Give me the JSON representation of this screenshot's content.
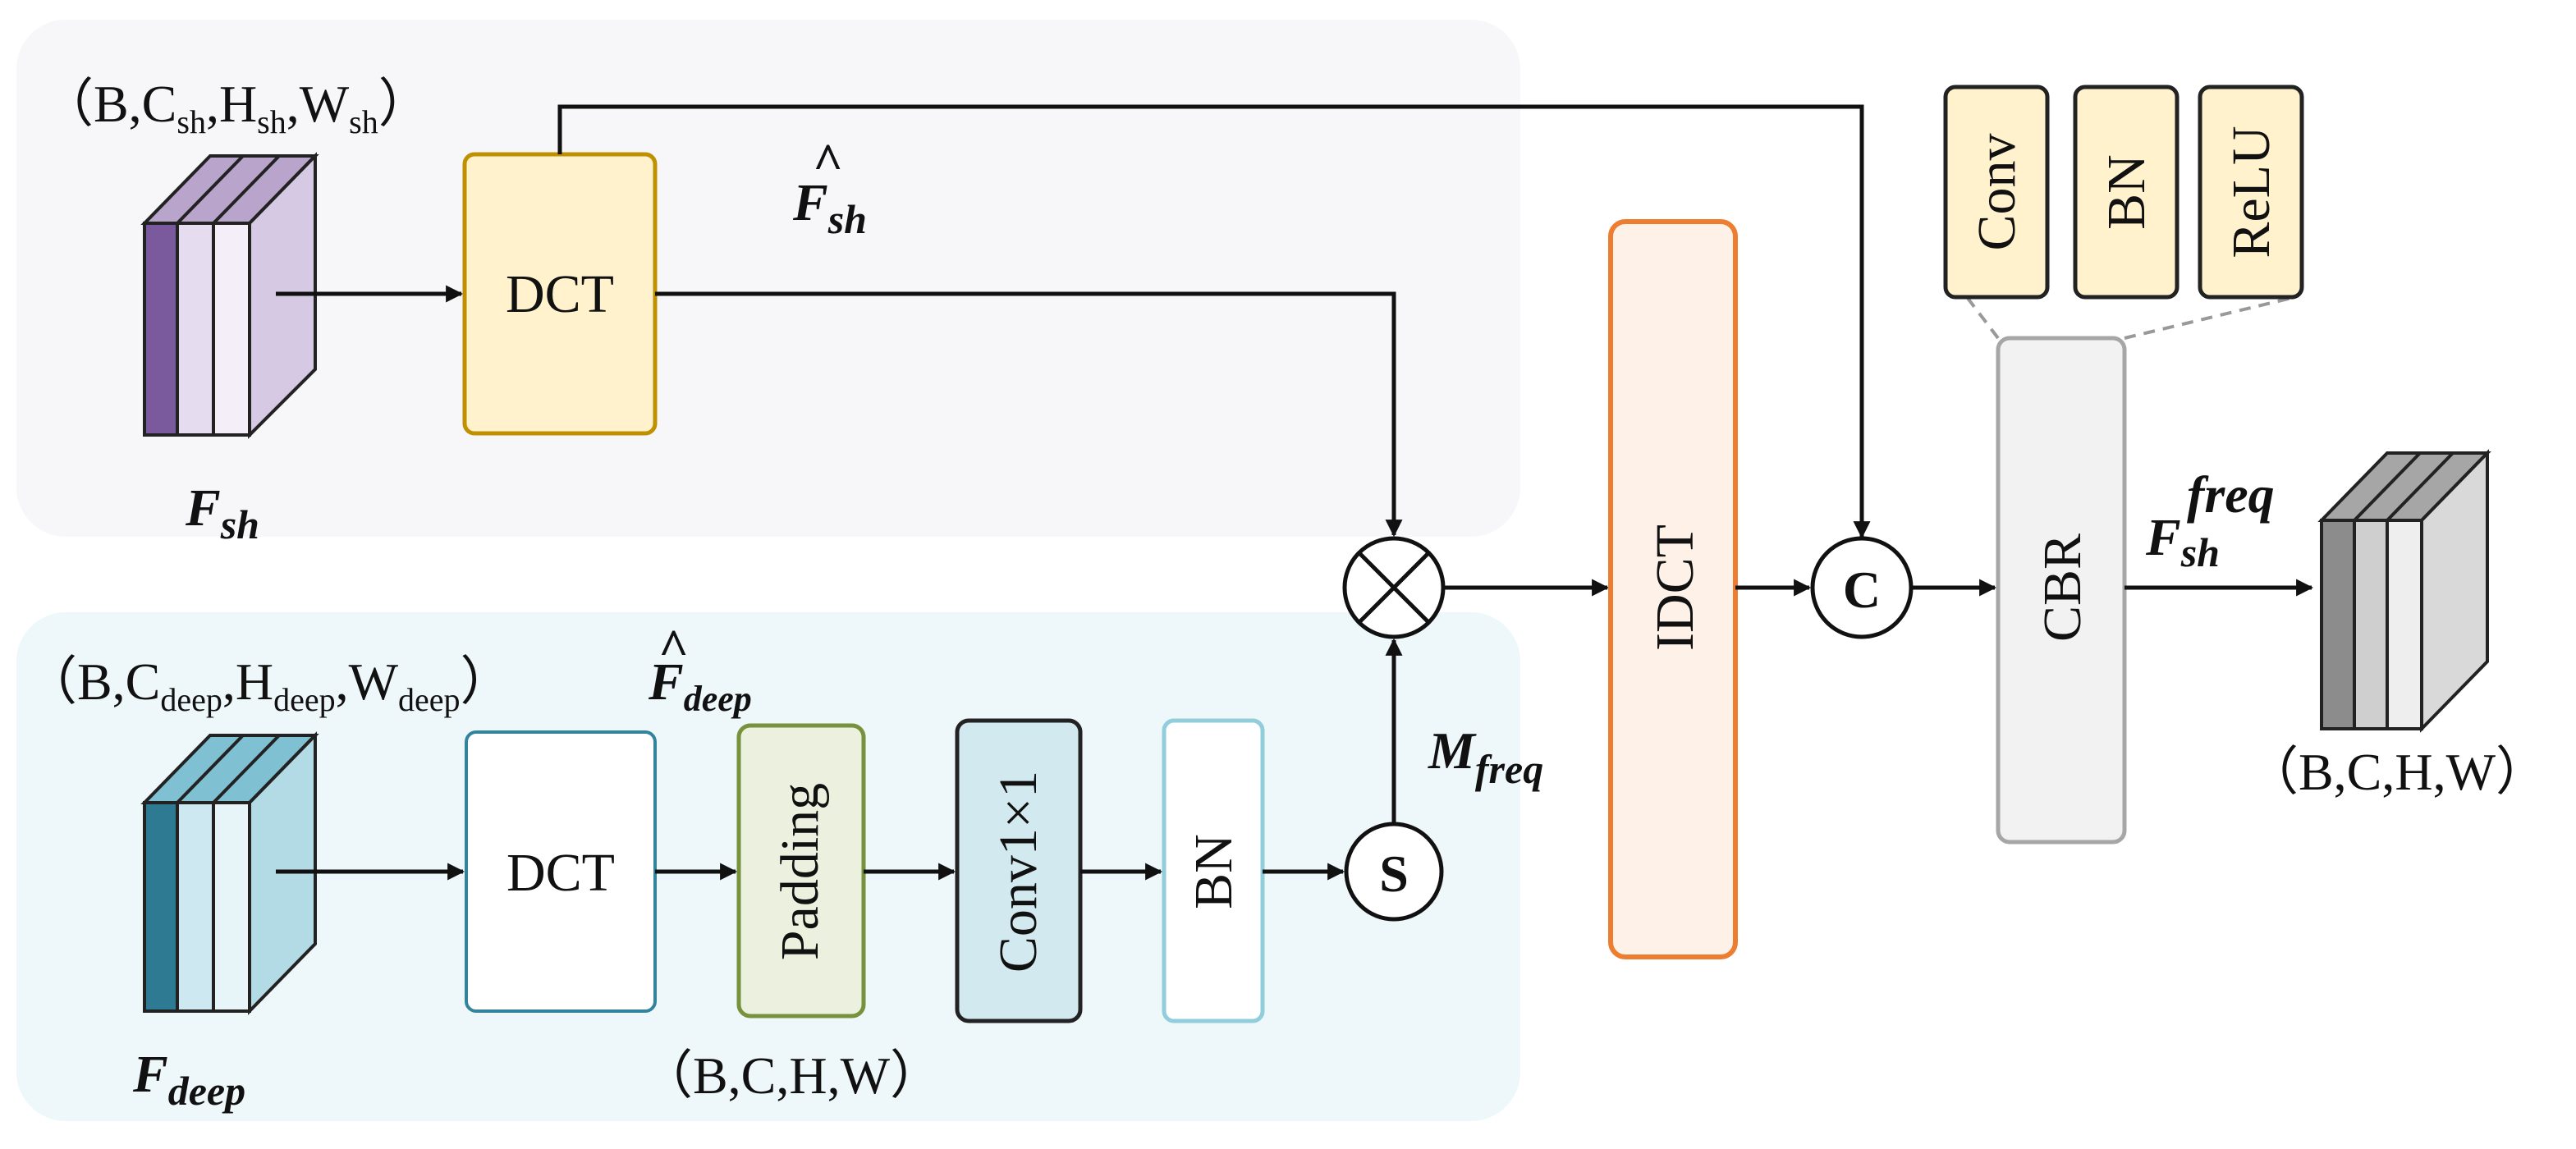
{
  "shape_labels": {
    "sh_shape": "（B,C",
    "sh_c_sub": "sh",
    "sh_h": ",H",
    "sh_h_sub": "sh",
    "sh_w": ",W",
    "sh_w_sub": "sh",
    "sh_close": "）",
    "deep_shape": "（B,C",
    "deep_c_sub": "deep",
    "deep_h": ",H",
    "deep_h_sub": "deep",
    "deep_w": ",W",
    "deep_w_sub": "deep",
    "deep_close": "）",
    "padding_shape": "（B,C,H,W）",
    "output_shape": "（B,C,H,W）"
  },
  "features": {
    "f_sh_main": "F",
    "f_sh_sub": "sh",
    "f_sh_hat_main": "F",
    "f_sh_hat_sub": "sh",
    "f_sh_hat_mark": "^",
    "f_deep_main": "F",
    "f_deep_sub": "deep",
    "f_deep_hat_main": "F",
    "f_deep_hat_sub": "deep",
    "f_deep_hat_mark": "^",
    "m_freq_main": "M",
    "m_freq_sub": "freq",
    "f_out_main": "F",
    "f_out_sub": "sh",
    "f_out_sup": "freq"
  },
  "blocks": {
    "dct_top": "DCT",
    "dct_bottom": "DCT",
    "padding": "Padding",
    "conv1x1": "Conv1×1",
    "bn_bottom": "BN",
    "idct": "IDCT",
    "cbr": "CBR",
    "legend_conv": "Conv",
    "legend_bn": "BN",
    "legend_relu": "ReLU"
  },
  "operators": {
    "multiply": "⊗",
    "sigmoid": "S",
    "concat": "C"
  },
  "colors": {
    "top_panel_bg": "#f7f7f9",
    "bottom_panel_bg": "#eef7fa",
    "dct_top_fill": "#fff2cc",
    "dct_top_stroke": "#bf9000",
    "legend_fill": "#fff2cc",
    "idct_fill": "#fdf1e8",
    "idct_stroke": "#ed7d31",
    "cbr_fill": "#f2f2f2",
    "cbr_stroke": "#a6a6a6",
    "padding_fill": "#ebf1de",
    "padding_stroke": "#76923c",
    "conv_fill": "#d2e9ef",
    "conv_stroke": "#222222",
    "bn_stroke": "#92cddc",
    "dct_bottom_stroke": "#31849b",
    "cube_sh": "#c9b8d9",
    "cube_deep": "#a9d4e0",
    "cube_out": "#d0d0d0"
  }
}
